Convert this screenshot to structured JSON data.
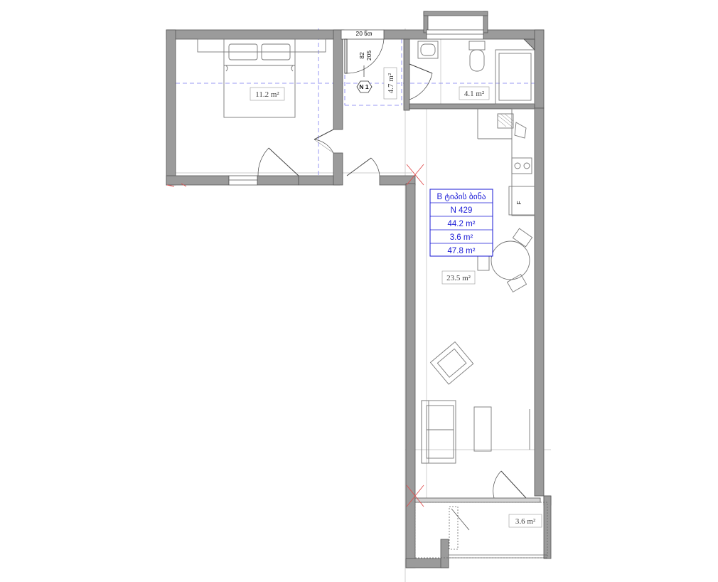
{
  "rooms": {
    "bedroom_area": "11.2 m²",
    "hall_area": "4.7 m²",
    "bathroom_area": "4.1 m²",
    "living_area": "23.5 m²",
    "balcony_area": "3.6 m²"
  },
  "info_table": {
    "type": "B ტიპის ბინა",
    "number": "N 429",
    "area_main": "44.2 m²",
    "area_balcony": "3.6 m²",
    "area_total": "47.8 m²"
  },
  "annotations": {
    "dim_top": "20 წთ",
    "dim_a": "82",
    "dim_b": "205",
    "north_marker": "N 1",
    "fridge_letter": "F"
  },
  "colors": {
    "wall": "#9b9b9b",
    "wall_edge": "#555555",
    "info_border": "#1a1ad6",
    "grid_line": "#7a7af0",
    "furniture": "#777777"
  }
}
